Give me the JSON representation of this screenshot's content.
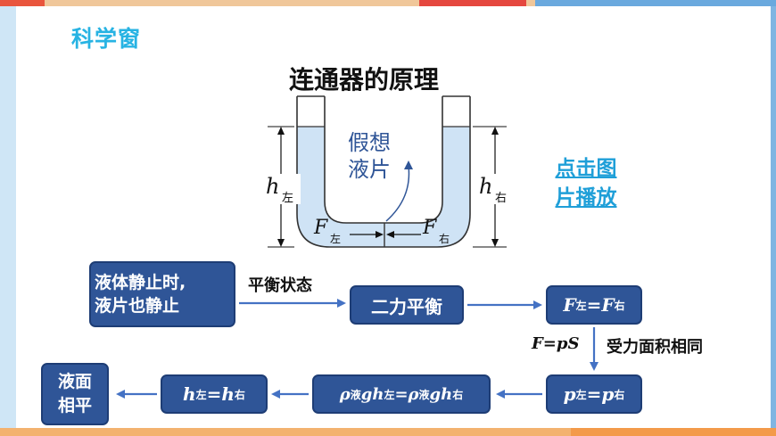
{
  "header": {
    "title": "科学窗"
  },
  "diagram": {
    "title": "连通器的原理",
    "liquid_sheet_label_line1": "假想",
    "liquid_sheet_label_line2": "液片",
    "h_left": "h",
    "h_left_sub": "左",
    "h_right": "h",
    "h_right_sub": "右",
    "f_left": "F",
    "f_left_sub": "左",
    "f_right": "F",
    "f_right_sub": "右"
  },
  "play_link": {
    "line1": "点击图",
    "line2": "片播放"
  },
  "flow": {
    "static_line1": "液体静止时,",
    "static_line2": "液片也静止",
    "balance_label": "平衡状态",
    "two_force_balance": "二力平衡",
    "f_eq": {
      "a": "F",
      "a_sub": "左",
      "eq": "=",
      "b": "F",
      "b_sub": "右"
    },
    "pressure_formula": "F=pS",
    "same_area_label": "受力面积相同",
    "p_eq": {
      "a": "p",
      "a_sub": "左",
      "eq": "=",
      "b": "p",
      "b_sub": "右"
    },
    "rho_eq": {
      "rho": "ρ",
      "rho_sub": "液",
      "g": "gh",
      "left_sub": "左",
      "eq": "=",
      "rho2": "ρ",
      "rho2_sub": "液",
      "g2": "gh",
      "right_sub": "右"
    },
    "h_eq": {
      "a": "h",
      "a_sub": "左",
      "eq": "=",
      "b": "h",
      "b_sub": "右"
    },
    "level_line1": "液面",
    "level_line2": "相平"
  },
  "colors": {
    "box_fill": "#2f5597",
    "accent": "#27b3e3",
    "liquid": "#cfe3f5"
  }
}
